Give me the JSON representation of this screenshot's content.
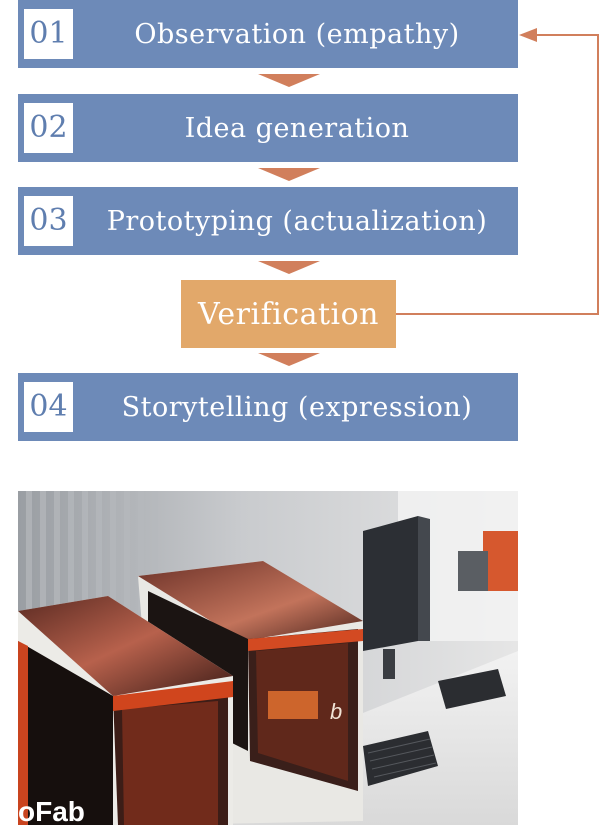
{
  "steps": [
    {
      "number": "01",
      "label": "Observation (empathy)"
    },
    {
      "number": "02",
      "label": "Idea generation"
    },
    {
      "number": "03",
      "label": "Prototyping (actualization)"
    },
    {
      "number": "04",
      "label": "Storytelling (expression)"
    }
  ],
  "verification": {
    "label": "Verification"
  },
  "colors": {
    "step_fill": "#6d8ab8",
    "number_text": "#5f7eaf",
    "verification_fill": "#e2a86a",
    "arrow": "#d17f5c"
  },
  "photo": {
    "printed_text": "oFab",
    "machine_text": "b"
  }
}
